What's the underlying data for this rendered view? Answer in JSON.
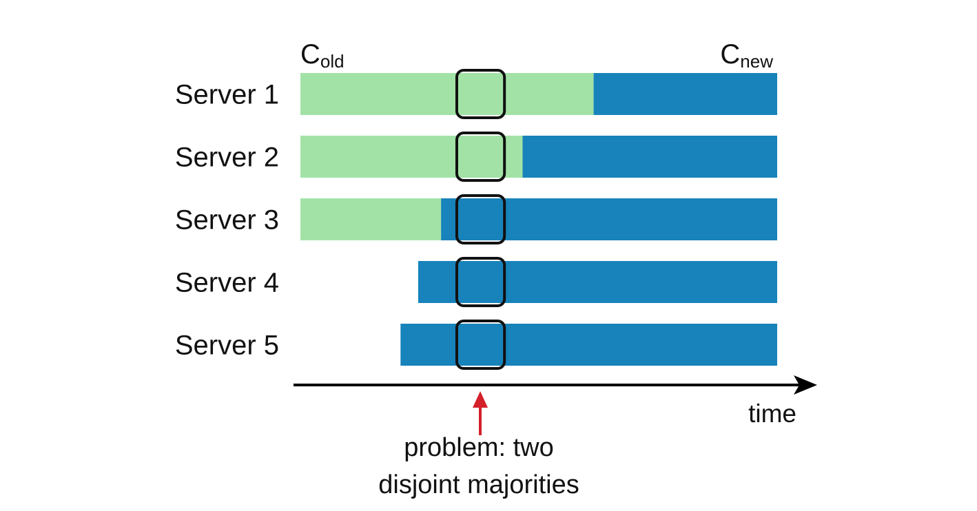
{
  "config_labels": {
    "old_base": "C",
    "old_sub": "old",
    "new_base": "C",
    "new_sub": "new"
  },
  "servers": [
    {
      "label": "Server 1",
      "old_start": 0.0,
      "switch_at": 0.615
    },
    {
      "label": "Server 2",
      "old_start": 0.0,
      "switch_at": 0.466
    },
    {
      "label": "Server 3",
      "old_start": 0.0,
      "switch_at": 0.295
    },
    {
      "label": "Server 4",
      "old_start": null,
      "switch_at": 0.247
    },
    {
      "label": "Server 5",
      "old_start": null,
      "switch_at": 0.21
    }
  ],
  "highlight_window": {
    "start": 0.328,
    "end": 0.428
  },
  "axis": {
    "label": "time"
  },
  "annotation": {
    "line1": "problem: two",
    "line2": "disjoint majorities"
  },
  "colors": {
    "old_config": "#a2e2a6",
    "new_config": "#1883bb",
    "highlight_border": "#111111",
    "axis": "#000000",
    "annotation_arrow": "#d4202a"
  }
}
